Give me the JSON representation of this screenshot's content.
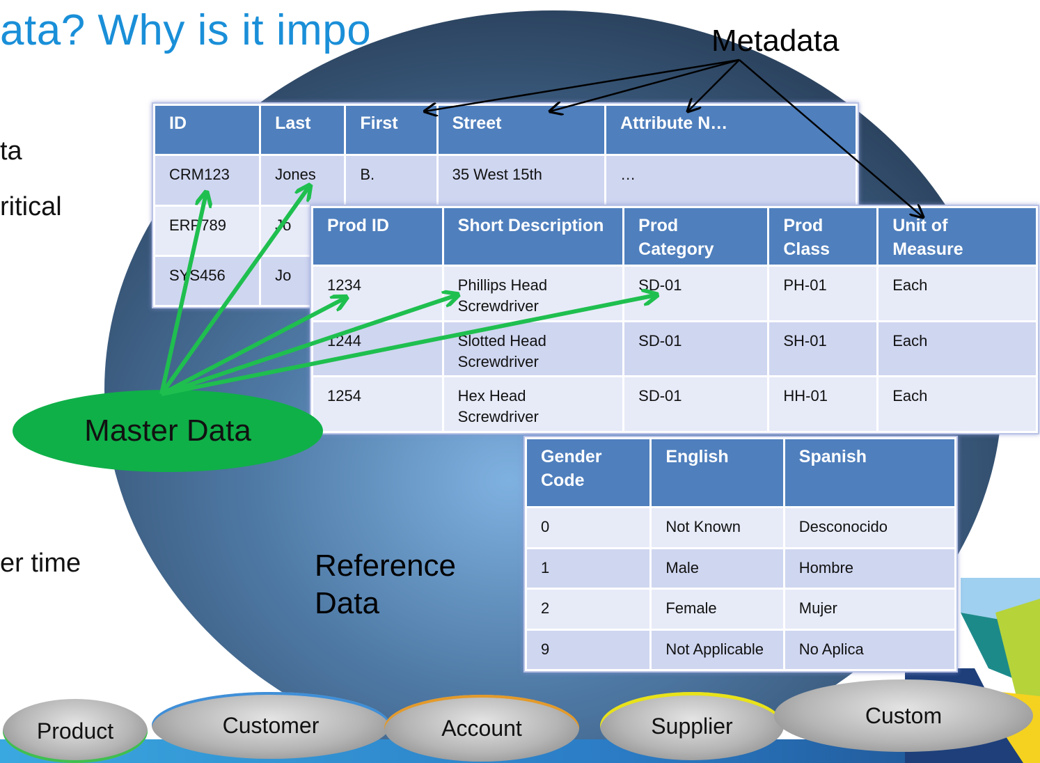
{
  "title": "ata?  Why is it impo",
  "bullets": [
    "ta",
    "ritical",
    "er time"
  ],
  "labels": {
    "metadata": "Metadata",
    "master_data": "Master Data",
    "reference_data": "Reference Data"
  },
  "customer_table": {
    "headers": [
      "ID",
      "Last",
      "First",
      "Street",
      "Attribute N…"
    ],
    "rows": [
      [
        "CRM123",
        "Jones",
        "B.",
        "35 West 15th",
        "…"
      ],
      [
        "ERP789",
        "Jo",
        "",
        "",
        ""
      ],
      [
        "SYS456",
        "Jo",
        "",
        "",
        ""
      ]
    ]
  },
  "product_table": {
    "headers": [
      "Prod ID",
      "Short Description",
      "Prod Category",
      "Prod Class",
      "Unit of Measure"
    ],
    "rows": [
      [
        "1234",
        "Phillips Head Screwdriver",
        "SD-01",
        "PH-01",
        "Each"
      ],
      [
        "1244",
        "Slotted Head Screwdriver",
        "SD-01",
        "SH-01",
        "Each"
      ],
      [
        "1254",
        "Hex Head Screwdriver",
        "SD-01",
        "HH-01",
        "Each"
      ]
    ]
  },
  "gender_table": {
    "headers": [
      "Gender Code",
      "English",
      "Spanish"
    ],
    "rows": [
      [
        "0",
        "Not Known",
        "Desconocido"
      ],
      [
        "1",
        "Male",
        "Hombre"
      ],
      [
        "2",
        "Female",
        "Mujer"
      ],
      [
        "9",
        "Not Applicable",
        "No Aplica"
      ]
    ]
  },
  "domains": [
    "Product",
    "Customer",
    "Account",
    "Supplier",
    "Custom"
  ],
  "colors": {
    "title": "#1a8fd8",
    "header_fill": "#4f7fbd",
    "cell_fill": "#cfd6f0",
    "cell_fill_alt": "#e7ebf8",
    "master_oval": "#0fb048",
    "arrow_green": "#1fbf4f",
    "sphere_center": "#7fb1e0",
    "sphere_edge": "#2c4460"
  }
}
